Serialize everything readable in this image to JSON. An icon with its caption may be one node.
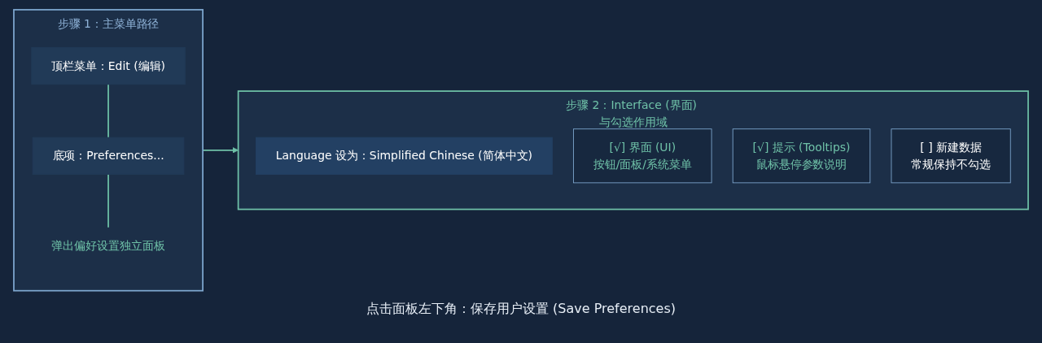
{
  "diagram": {
    "nodes": [
      {
        "text": [
          "步骤 1：主菜单路径"
        ]
      },
      {
        "text": [
          "顶栏菜单：Edit (编辑)"
        ],
        "in": 0
      },
      {
        "text": [
          "底项：Preferences..."
        ],
        "in": 0
      },
      {
        "text": [
          "弹出偏好设置独立面板"
        ],
        "in": 0
      },
      {
        "text": [
          "步骤 2：Interface (界面) 与勾选作用域"
        ]
      },
      {
        "text": [
          "Language 设为：Simplified Chinese (简体中文)"
        ],
        "in": 4
      },
      {
        "text": [
          "[√] 界面 (UI)",
          "按钮/面板/系统菜单"
        ],
        "in": 4
      },
      {
        "text": [
          "[√] 提示 (Tooltips)",
          "鼠标悬停参数说明"
        ],
        "in": 4
      },
      {
        "text": [
          "[ ] 新建数据",
          "常规保持不勾选"
        ],
        "in": 4
      }
    ],
    "edges": [
      {
        "from": 1,
        "to": 2,
        "arrow": "none"
      },
      {
        "from": 2,
        "to": 3,
        "arrow": "none"
      },
      {
        "from": 0,
        "to": 4,
        "arrow": "to"
      }
    ],
    "labels": [
      "点击面板左下角：保存用户设置 (Save Preferences)"
    ]
  }
}
